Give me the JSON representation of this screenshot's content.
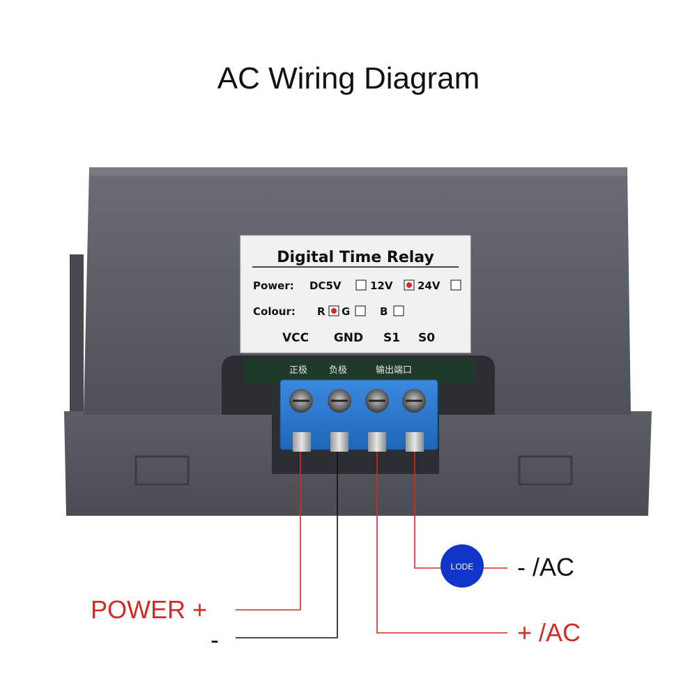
{
  "title": "AC Wiring Diagram",
  "sticker": {
    "title": "Digital Time Relay",
    "power_label": "Power:",
    "power_options": [
      "DC5V",
      "12V",
      "24V"
    ],
    "power_selected": "12V",
    "colour_label": "Colour:",
    "colour_options": [
      "R",
      "G",
      "B"
    ],
    "colour_selected": "R",
    "pins": [
      "VCC",
      "GND",
      "S1",
      "S0"
    ]
  },
  "terminal_labels": [
    "正极",
    "负极",
    "输出端口"
  ],
  "wiring": {
    "power_plus": "POWER +",
    "power_minus": "-",
    "load": "LODE",
    "minus_ac": "- /AC",
    "plus_ac": "+ /AC"
  },
  "colors": {
    "case": "#5a5d64",
    "terminal_block": "#2f7fd0",
    "red_wire": "#d42a24",
    "black_wire": "#111111",
    "load_circle": "#1035c8"
  }
}
